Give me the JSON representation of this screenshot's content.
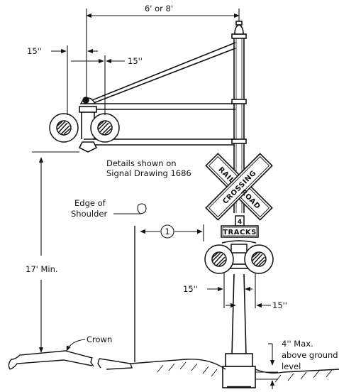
{
  "dimensions": {
    "arm_length": "6' or 8'",
    "head_offset_top_left": "15''",
    "head_offset_top_right": "15''",
    "head_offset_bottom_left": "15''",
    "head_offset_bottom_right": "15''",
    "clearance": "17' Min.",
    "foundation_height": "4'' Max.",
    "foundation_note_line2": "above ground",
    "foundation_note_line3": "level"
  },
  "notes": {
    "details_line1": "Details shown on",
    "details_line2": "Signal Drawing 1686",
    "edge_line1": "Edge of",
    "edge_line2": "Shoulder",
    "crown": "Crown",
    "callout_number": "1"
  },
  "sign": {
    "word_rail": "RAIL",
    "word_road": "ROAD",
    "word_crossing": "CROSSING",
    "track_count": "4",
    "tracks_label": "TRACKS"
  },
  "colors": {
    "ink": "#111111",
    "background": "#ffffff"
  }
}
